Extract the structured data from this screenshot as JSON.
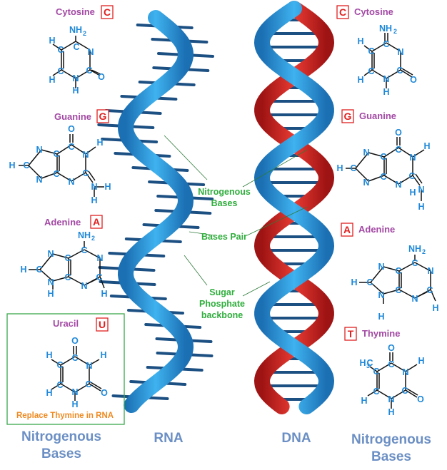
{
  "helix_labels": {
    "nitrogenous_bases": [
      "Nitrogenous",
      "Bases"
    ],
    "bases_pair": "Bases Pair",
    "backbone": [
      "Sugar",
      "Phosphate",
      "backbone"
    ]
  },
  "left_bases": [
    {
      "name": "Cytosine",
      "letter": "C"
    },
    {
      "name": "Guanine",
      "letter": "G"
    },
    {
      "name": "Adenine",
      "letter": "A"
    },
    {
      "name": "Uracil",
      "letter": "U",
      "note": "Replace Thymine in RNA"
    }
  ],
  "right_bases": [
    {
      "name": "Cytosine",
      "letter": "C"
    },
    {
      "name": "Guanine",
      "letter": "G"
    },
    {
      "name": "Adenine",
      "letter": "A"
    },
    {
      "name": "Thymine",
      "letter": "T"
    }
  ],
  "atoms": {
    "C": "C",
    "N": "N",
    "O": "O",
    "H": "H",
    "NH": "NH",
    "two": "2",
    "H3": "H",
    "three": "3"
  },
  "footer": {
    "left_bases": [
      "Nitrogenous",
      "Bases"
    ],
    "rna": "RNA",
    "dna": "DNA",
    "right_bases": [
      "Nitrogenous",
      "Bases"
    ]
  },
  "colors": {
    "rna_strand": "#2a9be0",
    "dna_strand_a": "#2a9be0",
    "dna_strand_b": "#d62424",
    "rung": "#1c4f82",
    "label": "#a349a4",
    "annotation": "#2fae3c",
    "footer": "#6b8fc4"
  }
}
